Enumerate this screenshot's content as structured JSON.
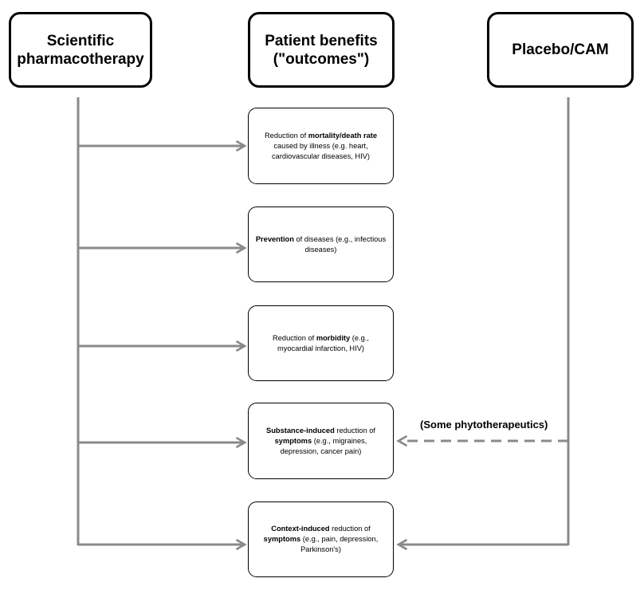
{
  "headers": {
    "scientific": "Scientific pharmacotherapy",
    "patient": "Patient benefits (\"outcomes\")",
    "placebo": "Placebo/CAM"
  },
  "outcomes": [
    {
      "segments": [
        {
          "text": "Reduction of ",
          "bold": false
        },
        {
          "text": "mortality/death rate",
          "bold": true
        },
        {
          "text": " caused by illness (e.g. heart, cardiovascular diseases, HIV)",
          "bold": false
        }
      ]
    },
    {
      "segments": [
        {
          "text": "Prevention",
          "bold": true
        },
        {
          "text": " of diseases (e.g., infectious diseases)",
          "bold": false
        }
      ]
    },
    {
      "segments": [
        {
          "text": "Reduction of ",
          "bold": false
        },
        {
          "text": "morbidity",
          "bold": true
        },
        {
          "text": " (e.g., myocardial infarction, HIV)",
          "bold": false
        }
      ]
    },
    {
      "segments": [
        {
          "text": "Substance-induced",
          "bold": true
        },
        {
          "text": " reduction of ",
          "bold": false
        },
        {
          "text": "symptoms",
          "bold": true
        },
        {
          "text": " (e.g., migraines, depression, cancer pain)",
          "bold": false
        }
      ]
    },
    {
      "segments": [
        {
          "text": "Context-induced",
          "bold": true
        },
        {
          "text": " reduction of ",
          "bold": false
        },
        {
          "text": "symptoms",
          "bold": true
        },
        {
          "text": " (e.g., pain, depression, Parkinson's)",
          "bold": false
        }
      ]
    }
  ],
  "phyto_label": "(Some phytotherapeutics)",
  "colors": {
    "connector": "#8a8a8a",
    "border": "#000000"
  }
}
